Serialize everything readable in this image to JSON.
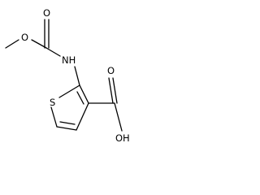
{
  "atom_labels": {
    "carbamate_carbonyl_oxygen": "O",
    "ester_oxygen": "O",
    "amine_nh": "NH",
    "thiophene_sulfur": "S",
    "acid_carbonyl_oxygen": "O",
    "hydroxyl": "OH"
  }
}
